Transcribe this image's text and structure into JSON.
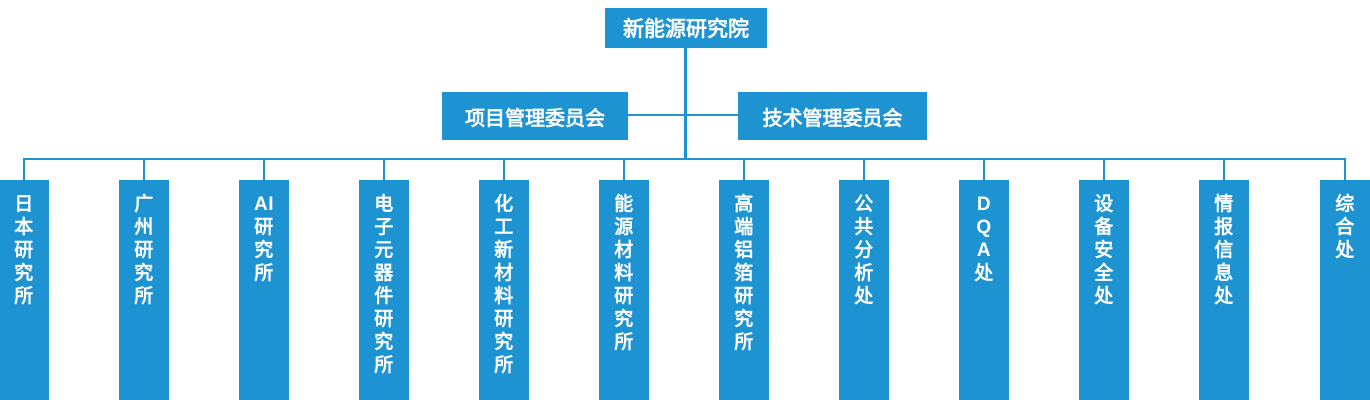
{
  "org": {
    "root": {
      "label": "新能源研究院"
    },
    "committees": [
      {
        "label": "项目管理委员会"
      },
      {
        "label": "技术管理委员会"
      }
    ],
    "units": [
      {
        "label": "日本研究所",
        "display": "日\n本\n研\n究\n所"
      },
      {
        "label": "广州研究所",
        "display": "广\n州\n研\n究\n所"
      },
      {
        "label": "AI研究所",
        "display": "AI\n研\n究\n所"
      },
      {
        "label": "电子元器件研究所",
        "display": "电\n子\n元\n器\n件\n研\n究\n所"
      },
      {
        "label": "化工新材料研究所",
        "display": "化\n工\n新\n材\n料\n研\n究\n所"
      },
      {
        "label": "能源材料研究所",
        "display": "能\n源\n材\n料\n研\n究\n所"
      },
      {
        "label": "高端铝箔研究所",
        "display": "高\n端\n铝\n箔\n研\n究\n所"
      },
      {
        "label": "公共分析处",
        "display": "公\n共\n分\n析\n处"
      },
      {
        "label": "DQA处",
        "display": "D\nQ\nA\n处"
      },
      {
        "label": "设备安全处",
        "display": "设\n备\n安\n全\n处"
      },
      {
        "label": "情报信息处",
        "display": "情\n报\n信\n息\n处"
      },
      {
        "label": "综合处",
        "display": "综\n合\n处"
      }
    ]
  },
  "colors": {
    "primary_blue": "#1E93D2",
    "text_white": "#FFFFFF",
    "background": "#FFFFFF"
  }
}
